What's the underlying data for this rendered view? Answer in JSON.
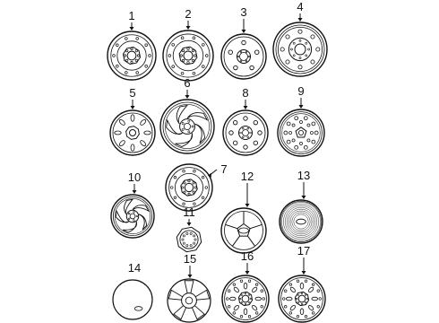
{
  "parts": [
    {
      "label": "1",
      "kind": "steel-wheel-lugs"
    },
    {
      "label": "2",
      "kind": "steel-wheel-lugs"
    },
    {
      "label": "3",
      "kind": "plain-disc-wheel"
    },
    {
      "label": "4",
      "kind": "dual-rear-wheel"
    },
    {
      "label": "5",
      "kind": "slotted-wheel"
    },
    {
      "label": "6",
      "kind": "styled-aluminum-wheel"
    },
    {
      "label": "7",
      "kind": "steel-wheel-lugs"
    },
    {
      "label": "8",
      "kind": "hole-pattern-wheel"
    },
    {
      "label": "9",
      "kind": "chrome-hole-wheel"
    },
    {
      "label": "10",
      "kind": "styled-aluminum-wheel"
    },
    {
      "label": "11",
      "kind": "center-cap"
    },
    {
      "label": "12",
      "kind": "hub-cap"
    },
    {
      "label": "13",
      "kind": "full-wheel-cover"
    },
    {
      "label": "14",
      "kind": "emblem-cover"
    },
    {
      "label": "15",
      "kind": "spoke-cap"
    },
    {
      "label": "16",
      "kind": "steel-wheel-ring"
    },
    {
      "label": "17",
      "kind": "steel-wheel-ring"
    }
  ]
}
